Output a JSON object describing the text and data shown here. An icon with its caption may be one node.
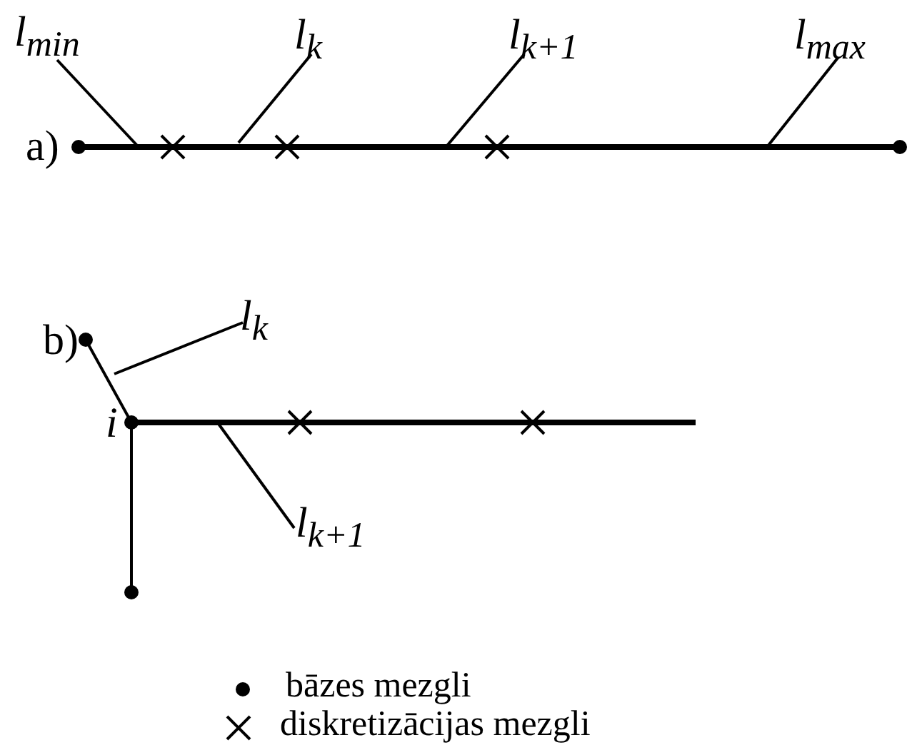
{
  "diagram": {
    "nodes": [
      {
        "text": [
          "l$_{min}$"
        ]
      },
      {
        "text": [
          "l$_{k}$"
        ]
      },
      {
        "text": [
          "l$_{k+1}$"
        ]
      },
      {
        "text": [
          "l$_{max}$"
        ]
      },
      {
        "text": [
          "l$_{k}$"
        ]
      },
      {
        "text": [
          "l$_{k+1}$"
        ]
      }
    ],
    "edges": [
      {
        "from": 0,
        "to": null,
        "arrow": "none"
      },
      {
        "from": 1,
        "to": null,
        "arrow": "none"
      },
      {
        "from": 2,
        "to": null,
        "arrow": "none"
      },
      {
        "from": 3,
        "to": null,
        "arrow": "none"
      },
      {
        "from": 4,
        "to": null,
        "arrow": "none"
      },
      {
        "from": 5,
        "to": null,
        "arrow": "none"
      }
    ],
    "labels": [
      "a)",
      "b)",
      "i"
    ],
    "legend": [
      {
        "text": "bāzes mezgli"
      },
      {
        "text": "diskretizācijas mezgli"
      }
    ]
  }
}
